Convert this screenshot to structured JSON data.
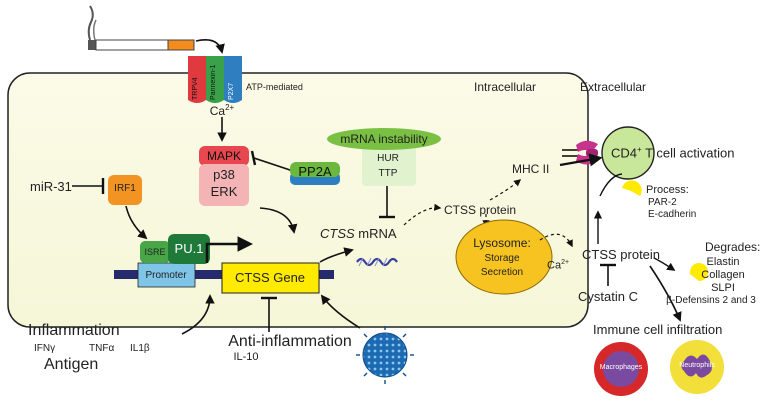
{
  "regions": {
    "intracellular": "Intracellular",
    "extracellular": "Extracellular"
  },
  "receptors": {
    "trpv4": "TRPV4",
    "pannexin": "Pannexin-1",
    "p2x7": "P2X7",
    "atp_label": "ATP-mediated"
  },
  "ca_top": {
    "base": "Ca",
    "sup": "2+"
  },
  "mapk": {
    "title": "MAPK",
    "line1": "p38",
    "line2": "ERK"
  },
  "pp2a": "PP2A",
  "mrna_instability": {
    "title": "mRNA instability",
    "line1": "HUR",
    "line2": "TTP"
  },
  "mir31": "miR-31",
  "irf1": "IRF1",
  "isre": "ISRE",
  "pu1": "PU.1",
  "promoter": "Promoter",
  "ctss_gene": "CTSS Gene",
  "ctss_mrna": {
    "italic": "CTSS",
    "rest": " mRNA"
  },
  "ctss_protein_intra": "CTSS protein",
  "lysosome": {
    "title": "Lysosome:",
    "line1": "Storage",
    "line2": "Secretion"
  },
  "ca_lyso": {
    "base": "Ca",
    "sup": "2+"
  },
  "mhc": "MHC II",
  "cd4": {
    "prefix": "CD4",
    "sup": "+",
    "suffix": " T cell activation"
  },
  "process": {
    "title": "Process:",
    "item1": "PAR-2",
    "item2": "E-cadherin"
  },
  "ctss_protein_extra": "CTSS protein",
  "degrades": {
    "title": "Degrades:",
    "item1": "Elastin",
    "item2": "Collagen",
    "item3": "SLPI",
    "item4": "β-Defensins 2 and 3"
  },
  "cystatin": "Cystatin C",
  "immune": "Immune cell infiltration",
  "macrophages": "Macrophages",
  "neutrophils": "Neutrophils",
  "inflammation": {
    "title": "Inflammation",
    "ifn": "IFNγ",
    "tnf": "TNFα",
    "il1": "IL1β",
    "antigen": "Antigen"
  },
  "anti_inflammation": {
    "title": "Anti-inflammation",
    "il10": "IL-10"
  },
  "colors": {
    "cell_fill": "#fbfbe8",
    "dna": "#262a6c",
    "mapk_red": "#e8474f",
    "mapk_pink": "#f4b3b5",
    "pp2a_green": "#6bb83e",
    "pp2a_blue": "#2d7fc1",
    "instability_green": "#79c043",
    "instability_light": "#e1f2cf",
    "irf1_orange": "#f39422",
    "isre_green": "#48a647",
    "pu1_green": "#1f7a3a",
    "promoter_blue": "#7ec5e8",
    "gene_yellow": "#ffea00",
    "lysosome": "#f7c320",
    "cd4_green": "#c9e79a",
    "mhc_magenta": "#c6328c",
    "macrophage": "#7a4aa0",
    "neutrophil": "#f2df3a",
    "virus": "#1b6ab2"
  }
}
